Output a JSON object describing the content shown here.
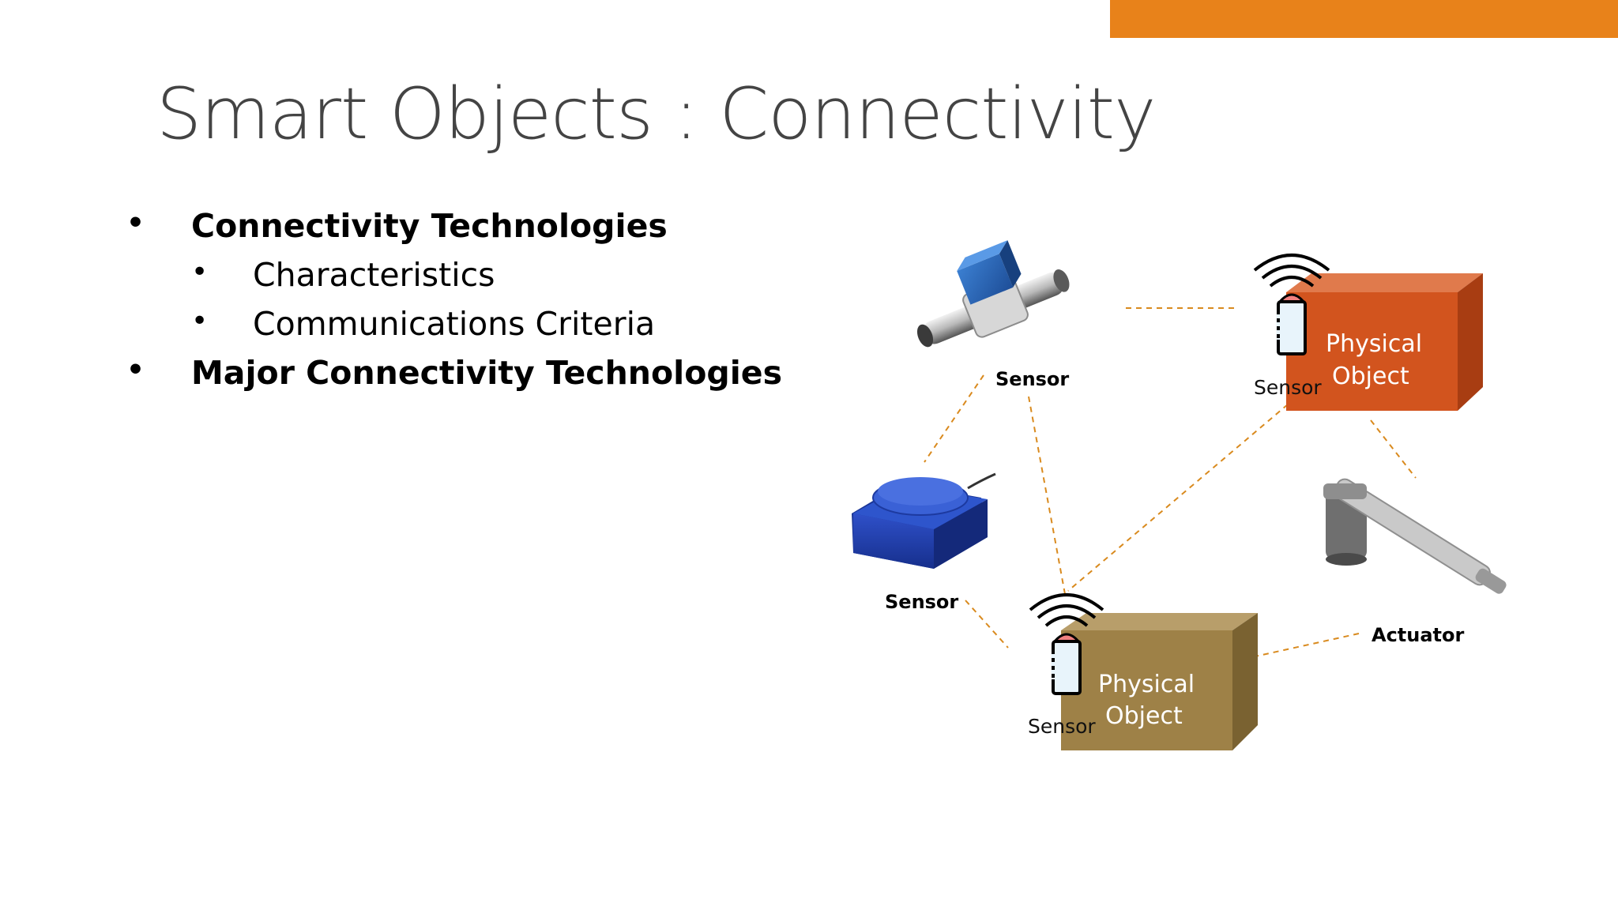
{
  "slide": {
    "title": "Smart Objects : Connectivity",
    "accent_color": "#E8821A",
    "bullets": [
      {
        "text": "Connectivity Technologies",
        "level": 1,
        "bold": true
      },
      {
        "text": "Characteristics",
        "level": 2,
        "bold": false
      },
      {
        "text": "Communications Criteria",
        "level": 2,
        "bold": false
      },
      {
        "text": "Major Connectivity Technologies",
        "level": 1,
        "bold": true
      }
    ],
    "bullet_glyph": "•"
  },
  "diagram": {
    "link_color": "#D98A1E",
    "nodes": {
      "torque_sensor": {
        "label": "Sensor",
        "icon": "torque-sensor-icon"
      },
      "proximity_sensor": {
        "label": "Sensor",
        "icon": "proximity-sensor-icon"
      },
      "actuator": {
        "label": "Actuator",
        "icon": "linear-actuator-icon"
      },
      "object_top": {
        "label": "Physical Object",
        "line1": "Physical",
        "line2": "Object",
        "sensor_label": "Sensor",
        "color": "#D2541E",
        "icon": "wireless-sensor-icon"
      },
      "object_bottom": {
        "label": "Physical Object",
        "line1": "Physical",
        "line2": "Object",
        "sensor_label": "Sensor",
        "color": "#9E8147",
        "icon": "wireless-sensor-icon"
      }
    }
  }
}
